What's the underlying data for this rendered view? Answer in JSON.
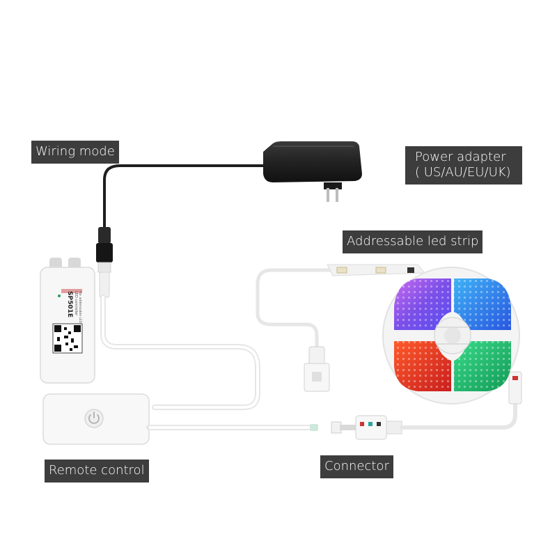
{
  "labels": {
    "wiring_mode": "Wiring mode",
    "power_adapter": "Power adapter\n( US/AU/EU/UK)",
    "addressable_strip": "Addressable led strip",
    "remote_control": "Remote control",
    "connector": "Connector"
  },
  "controller": {
    "model": "SP501E",
    "subtitle": "LED controller",
    "subtitle2": "For addressable LED"
  },
  "colors": {
    "label_bg": "#3d3d3d",
    "label_text": "#ffffff",
    "cable_white": "#e6e6e6",
    "cable_black": "#1e1e1e",
    "reel_purple": "#8a4fe0",
    "reel_blue": "#2f7fe6",
    "reel_red": "#e23a22",
    "reel_green": "#1fbf6a"
  }
}
